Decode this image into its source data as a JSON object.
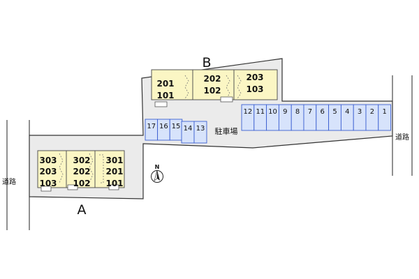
{
  "map": {
    "road_left_label": "道路",
    "road_right_label": "道路",
    "parking_label": "駐車場",
    "north_label": "N",
    "colors": {
      "lot": "#ebebeb",
      "building": "#fbf6c4",
      "parking": "#d7e3fb",
      "parking_border": "#3b5fd1",
      "outline": "#333333"
    },
    "building_a": {
      "label": "A",
      "columns": [
        [
          "303",
          "203",
          "103"
        ],
        [
          "302",
          "202",
          "102"
        ],
        [
          "301",
          "201",
          "101"
        ]
      ]
    },
    "building_b": {
      "label": "B",
      "columns": [
        [
          "201",
          "101"
        ],
        [
          "202",
          "102"
        ],
        [
          "203",
          "103"
        ]
      ]
    },
    "parking_left": [
      "17",
      "16",
      "15",
      "14",
      "13"
    ],
    "parking_right": [
      "12",
      "11",
      "10",
      "9",
      "8",
      "7",
      "6",
      "5",
      "4",
      "3",
      "2",
      "1"
    ]
  }
}
